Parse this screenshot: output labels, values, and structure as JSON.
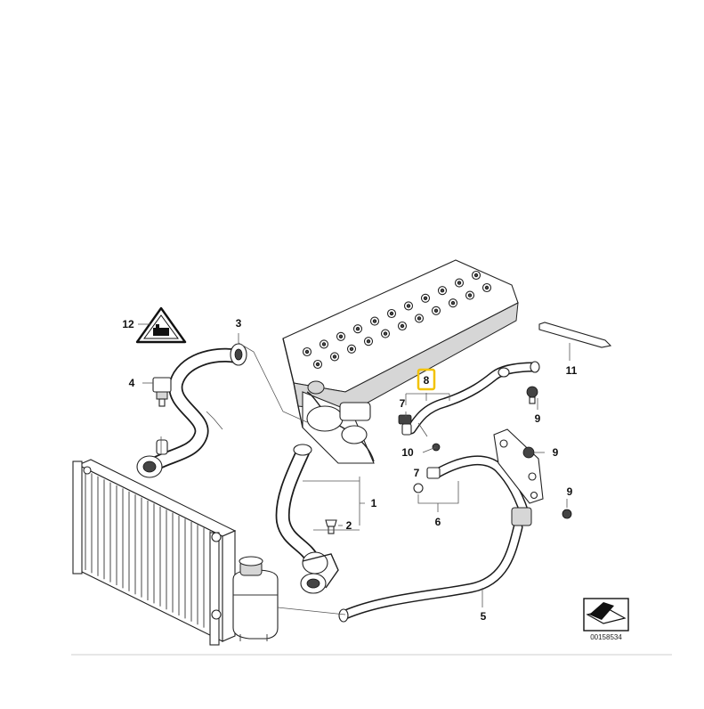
{
  "callouts": {
    "c1": "1",
    "c2": "2",
    "c3": "3",
    "c4": "4",
    "c5": "5",
    "c6": "6",
    "c7a": "7",
    "c7b": "7",
    "c8": "8",
    "c9a": "9",
    "c9b": "9",
    "c9c": "9",
    "c10": "10",
    "c11": "11",
    "c12": "12"
  },
  "highlight": {
    "part": "8",
    "color": "#f2c200"
  },
  "doc_id": "00158534"
}
